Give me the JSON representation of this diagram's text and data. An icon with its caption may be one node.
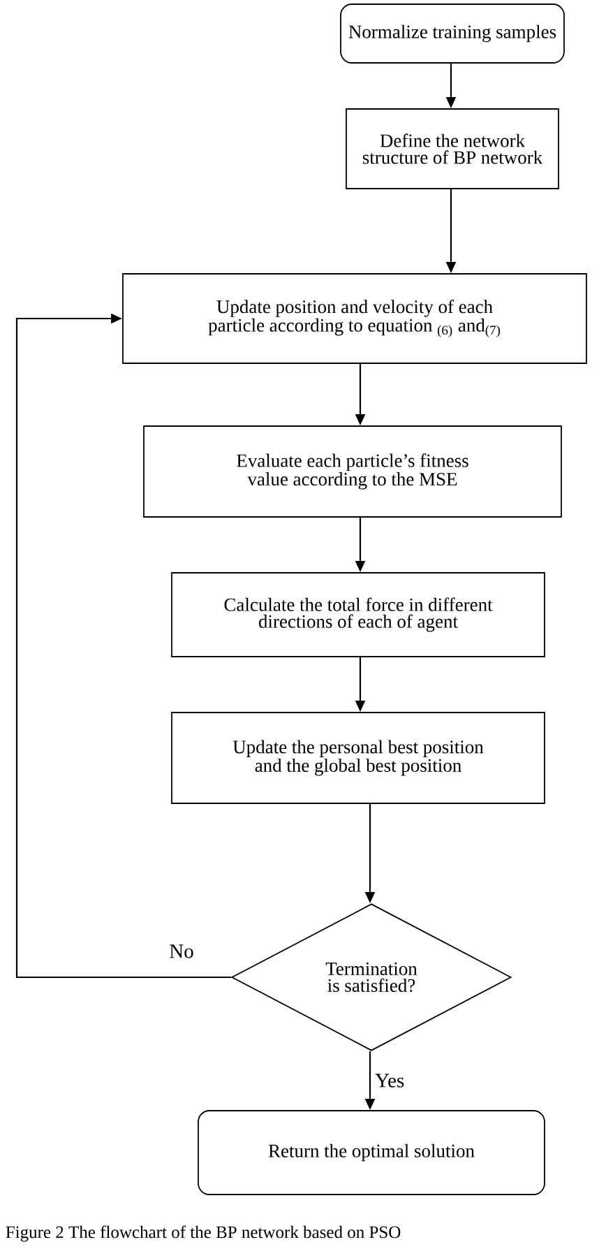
{
  "diagram": {
    "caption": "Figure 2 The flowchart of the BP network based on PSO",
    "nodes": [
      {
        "text": [
          "Normalize training samples"
        ]
      },
      {
        "text": [
          "Define the network structure of BP network"
        ]
      },
      {
        "text": [
          "Update position and velocity of each particle according to equation $_{(6)}$ and$_{(7)}$"
        ]
      },
      {
        "text": [
          "Evaluate each particle’s fitness value according to the MSE"
        ]
      },
      {
        "text": [
          "Calculate the total force in different directions of each of agent"
        ]
      },
      {
        "text": [
          "Update the personal best position and the global best position"
        ]
      },
      {
        "text": [
          "Termination is satisfied?"
        ]
      },
      {
        "text": [
          "Return the optimal solution"
        ]
      }
    ],
    "edges": [
      {
        "from": 0,
        "to": 1,
        "arrow": "to"
      },
      {
        "from": 1,
        "to": 2,
        "arrow": "to"
      },
      {
        "from": 2,
        "to": 3,
        "arrow": "to"
      },
      {
        "from": 3,
        "to": 4,
        "arrow": "to"
      },
      {
        "from": 4,
        "to": 5,
        "arrow": "to"
      },
      {
        "from": 5,
        "to": 6,
        "arrow": "to"
      },
      {
        "from": 6,
        "to": 7,
        "label": "Yes",
        "arrow": "to"
      },
      {
        "from": 6,
        "to": 2,
        "label": "No",
        "arrow": "to"
      }
    ]
  }
}
